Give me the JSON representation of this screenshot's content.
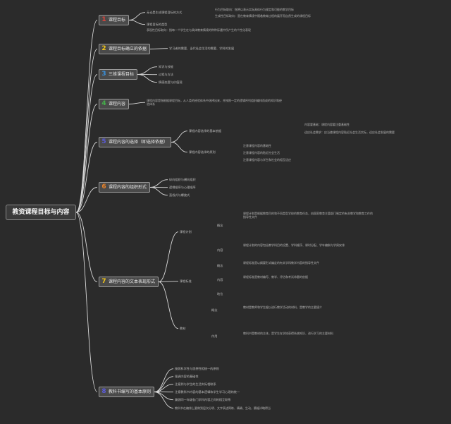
{
  "root": {
    "title": "教资课程目标与内容"
  },
  "branches": [
    {
      "num": "1",
      "color": "#e0453c",
      "label": "课程目标",
      "subs": [
        "无论是生成课程目标的方式",
        "课程目标的类型"
      ],
      "leaves": [
        "行为目标取向：指将以表示实际具体行为规定和可能的教学目标",
        "生成性目标取向：是在教育情境中随着教育过程的展开而自然生成的课程目标",
        "表现性目标取向：指每一个学生在与具体教育情境的种种际遇中所产生的个性化表现"
      ]
    },
    {
      "num": "2",
      "color": "#f0c419",
      "label": "课程目标确立的依据",
      "subs": [
        "学习者的需要、当代社会生活的需要、学科的发展"
      ],
      "leaves": []
    },
    {
      "num": "3",
      "color": "#3a8fd9",
      "label": "三维课程目标",
      "subs": [
        "知识与技能",
        "过程与方法",
        "情感态度与价值观"
      ],
      "leaves": []
    },
    {
      "num": "4",
      "color": "#45b04a",
      "label": "课程内容",
      "subs": [
        "课程内容是指根据课程目标，从人类的经验体系中选择出来，并按照一定的逻辑序列组织编排而成的知识和经验体系"
      ],
      "leaves": []
    },
    {
      "num": "5",
      "color": "#5a5ad8",
      "label": "课程内容的选择（即选择依据）",
      "subs": [
        "课程内容选择的基本依据",
        "课程内容选择的原则"
      ],
      "leaves": [
        "内容要基础：课程内容要注重基础性",
        "适应社会需求：应当使课程内容贴近社会生活实际，适应社会发展的需要",
        "注意课程内容的基础性",
        "注意课程内容的贴近社会生活",
        "注意课程内容与学生和社会的相互适应"
      ]
    },
    {
      "num": "6",
      "color": "#e8822a",
      "label": "课程内容的组织形式",
      "subs": [
        "纵向组织与横向组织",
        "逻辑顺序与心理顺序",
        "直线式与螺旋式"
      ],
      "leaves": []
    },
    {
      "num": "7",
      "color": "#f0c419",
      "label": "课程内容的文本表现形式",
      "subs": [
        "课程计划",
        "课程标准",
        "教材"
      ],
      "leaves": [
        "概念",
        "内容",
        "概念",
        "内容",
        "地位",
        "概念",
        "作用",
        "课程计划是根据教育目的和不同类型学校的教育任务，由国家教育主管部门制定的有关教学和教育工作的指导性文件",
        "课程计划的内容包括教学科目的设置、学科顺序、课时分配、学年编制与学周安排",
        "课程标准是以纲要形式编定的有关学科教学内容的指导性文件",
        "课程标准是教材编写、教学、评估和考试命题的依据",
        "教材是教师和学生据以进行教学活动的材料，是教学的主要媒介",
        "教科书是教材的主体，是学生在学校获得系统知识、进行学习的主要材料"
      ]
    },
    {
      "num": "8",
      "color": "#5a5ad8",
      "label": "教科书编写的基本原则",
      "subs": [
        "按照科学性与思想性相统一的原则",
        "强调内容的基础性",
        "注意到与学生的生活实际相联系",
        "注意教科书内容的基本逻辑和学生学习心理的统一",
        "兼顾同一年级各门学科内容之间的相互联系",
        "教科书在编排上要做到层次分明、文字表述简练、精确、生动，篇幅详略得当"
      ],
      "leaves": []
    }
  ]
}
